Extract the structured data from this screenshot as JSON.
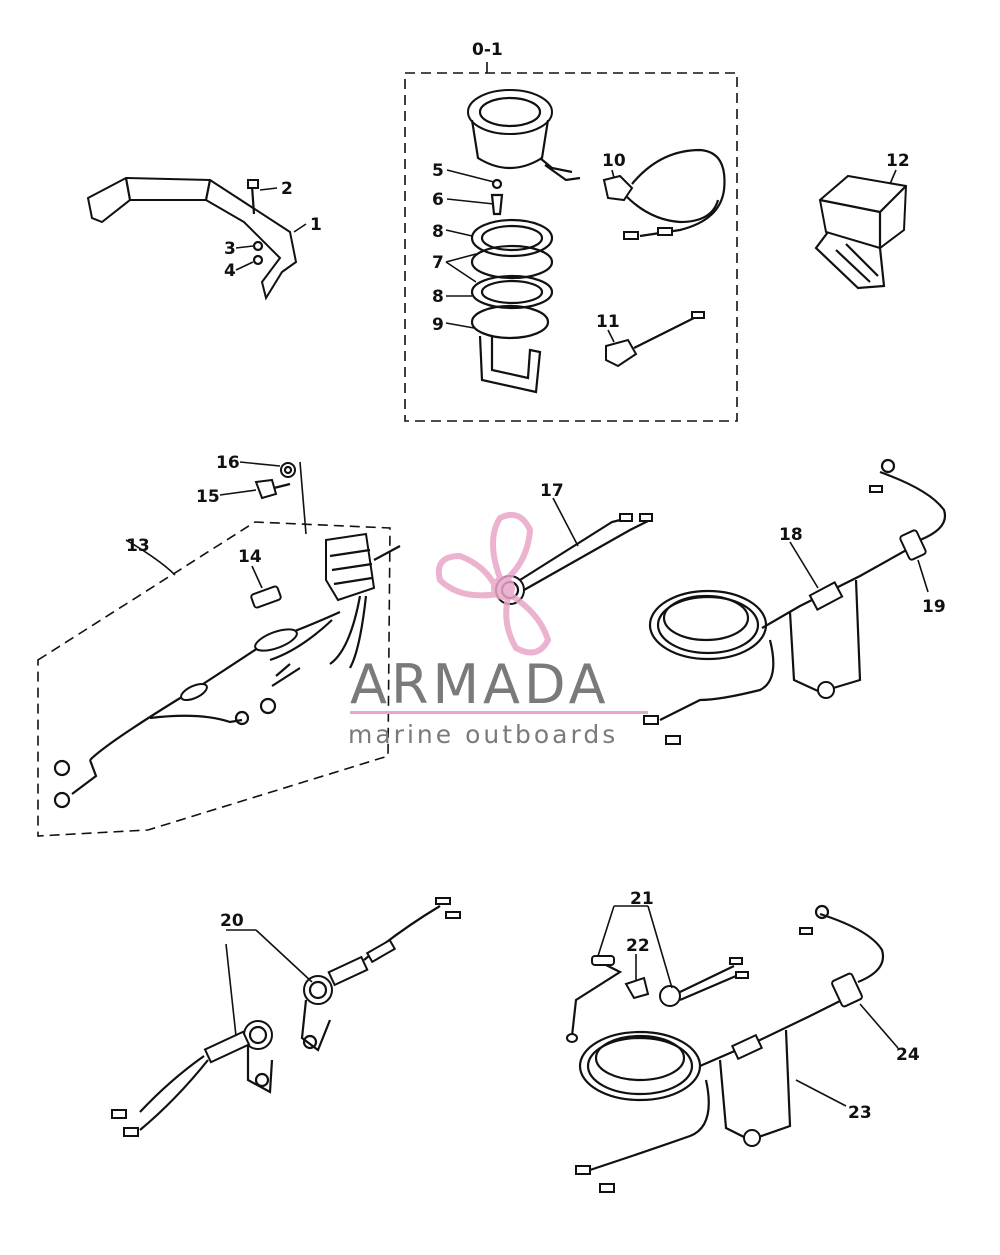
{
  "diagram": {
    "labels": {
      "kit": "0-1",
      "p1": "1",
      "p2": "2",
      "p3": "3",
      "p4": "4",
      "p5": "5",
      "p6": "6",
      "p7": "7",
      "p8a": "8",
      "p8b": "8",
      "p9": "9",
      "p10": "10",
      "p11": "11",
      "p12": "12",
      "p13": "13",
      "p14": "14",
      "p15": "15",
      "p16": "16",
      "p17": "17",
      "p18": "18",
      "p19": "19",
      "p20": "20",
      "p21": "21",
      "p22": "22",
      "p23": "23",
      "p24": "24"
    }
  },
  "watermark": {
    "brand": "ARMADA",
    "tagline": "marine outboards",
    "logo_color": "#e8a6c8",
    "text_color": "#7a7a7a",
    "rule_color": "#e8a6c8"
  }
}
